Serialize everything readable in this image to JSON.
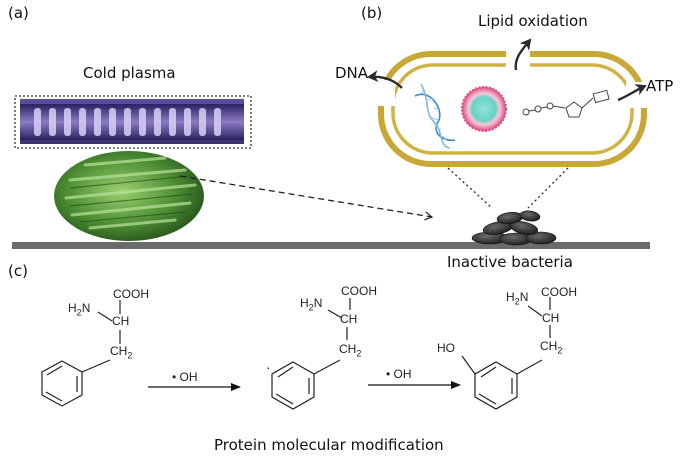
{
  "panels": {
    "a": "(a)",
    "b": "(b)",
    "c": "(c)"
  },
  "panel_a": {
    "title": "Cold plasma"
  },
  "panel_b": {
    "targets": {
      "dna": "DNA",
      "lipid": "Lipid oxidation",
      "atp": "ATP"
    },
    "result": "Inactive bacteria",
    "colors": {
      "membrane": "#d1b244",
      "cell_outline": "#c9a737",
      "dna": "#3a84c6",
      "liposome": "#e04a7e",
      "arrow": "#2b2b2b"
    }
  },
  "panel_c": {
    "groups": {
      "amine": "H2N",
      "acid": "COOH",
      "alpha": "CH",
      "beta": "CH2",
      "hydroxyl": "HO"
    },
    "reagent_1": "• OH",
    "reagent_2": "• OH",
    "caption": "Protein molecular modification"
  },
  "colors": {
    "ground": "#6b6b6b",
    "plasma_fill": "#4a3a86",
    "vegetable": "#3f7a2a"
  }
}
